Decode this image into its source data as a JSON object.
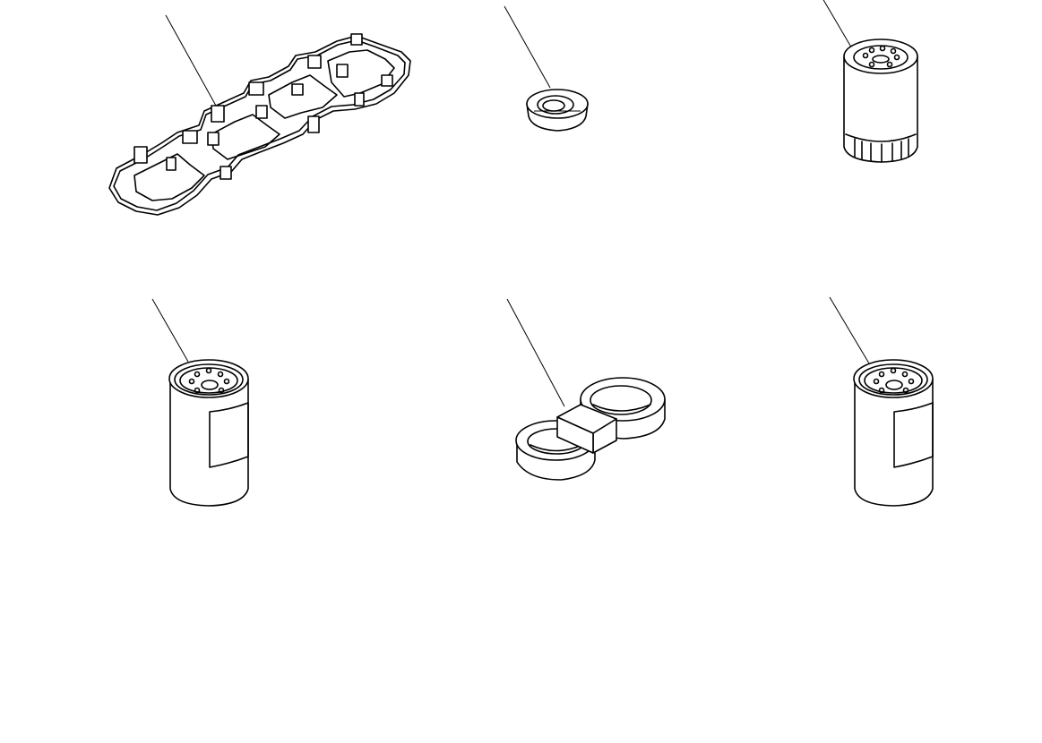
{
  "diagram": {
    "parts": [
      {
        "id": "rocker-cover-gasket",
        "label": ""
      },
      {
        "id": "seal-ring",
        "label": ""
      },
      {
        "id": "oil-filter-small",
        "label": ""
      },
      {
        "id": "fuel-filter-left",
        "label": ""
      },
      {
        "id": "filter-wrench",
        "label": ""
      },
      {
        "id": "fuel-filter-right",
        "label": ""
      }
    ]
  }
}
